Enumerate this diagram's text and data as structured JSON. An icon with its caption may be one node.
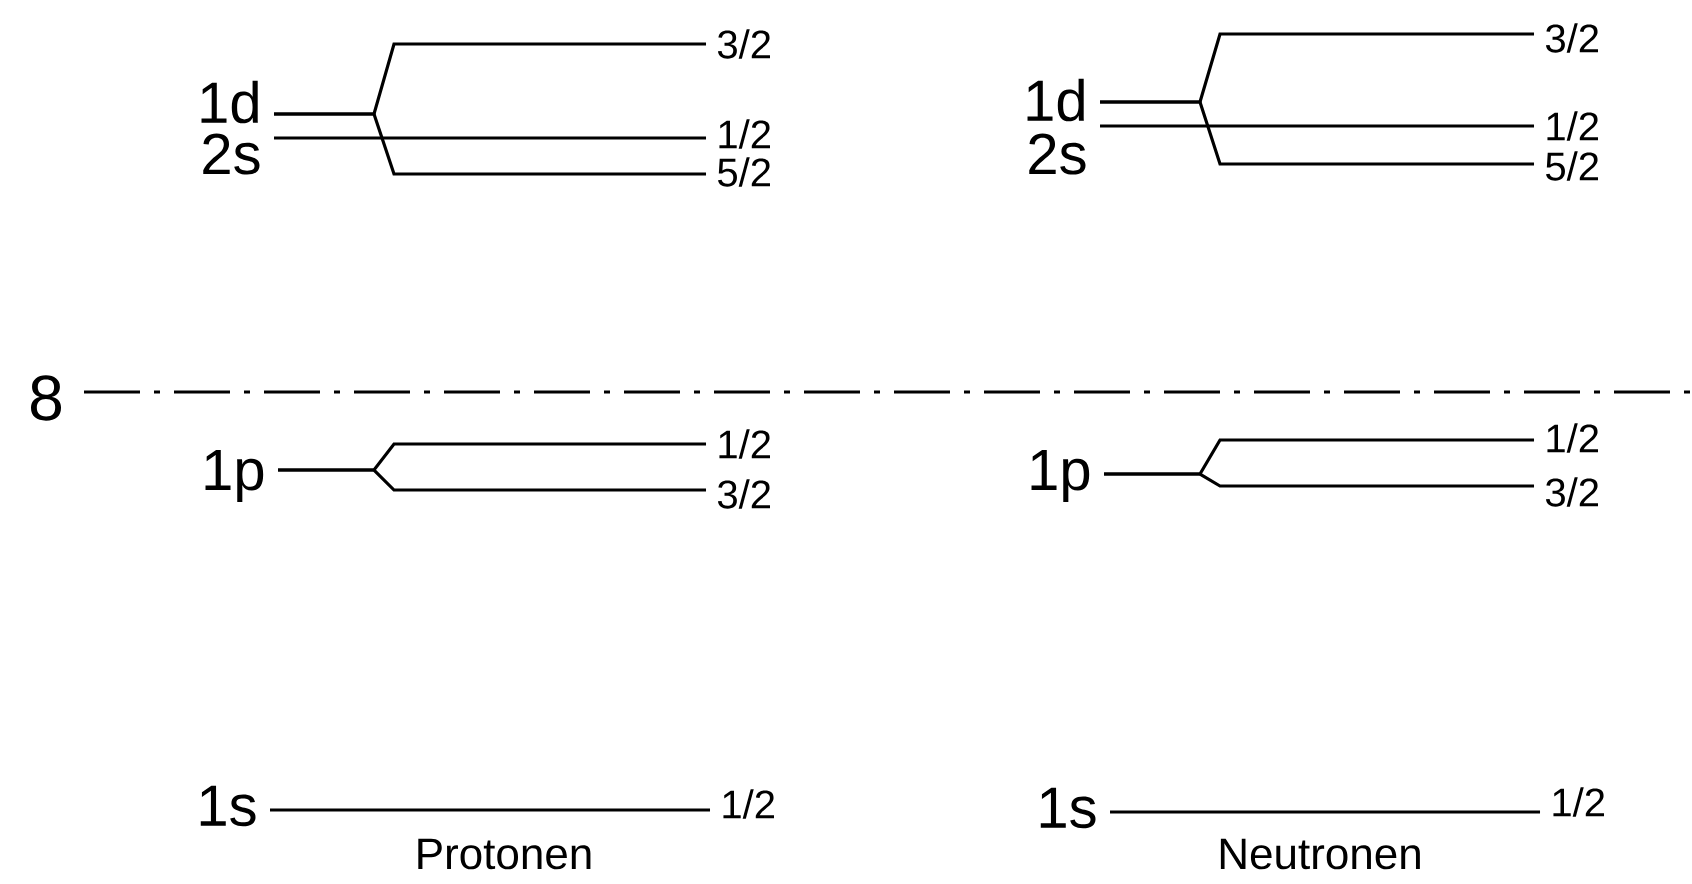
{
  "diagram": {
    "nodes": [
      {
        "text": [
          "1d"
        ]
      },
      {
        "text": [
          "2s"
        ]
      },
      {
        "text": [
          "3/2"
        ]
      },
      {
        "text": [
          "1/2"
        ]
      },
      {
        "text": [
          "5/2"
        ]
      },
      {
        "text": [
          "1d"
        ]
      },
      {
        "text": [
          "2s"
        ]
      },
      {
        "text": [
          "3/2"
        ]
      },
      {
        "text": [
          "1/2"
        ]
      },
      {
        "text": [
          "5/2"
        ]
      },
      {
        "text": [
          "1p"
        ]
      },
      {
        "text": [
          "1/2"
        ]
      },
      {
        "text": [
          "3/2"
        ]
      },
      {
        "text": [
          "1p"
        ]
      },
      {
        "text": [
          "1/2"
        ]
      },
      {
        "text": [
          "3/2"
        ]
      },
      {
        "text": [
          "1s"
        ]
      },
      {
        "text": [
          "1/2"
        ]
      },
      {
        "text": [
          "1s"
        ]
      },
      {
        "text": [
          "1/2"
        ]
      }
    ],
    "edges": [
      {
        "from": 0,
        "to": 2,
        "arrow": "none"
      },
      {
        "from": 0,
        "to": 4,
        "arrow": "none"
      },
      {
        "from": 1,
        "to": 3,
        "arrow": "none"
      },
      {
        "from": 5,
        "to": 7,
        "arrow": "none"
      },
      {
        "from": 5,
        "to": 9,
        "arrow": "none"
      },
      {
        "from": 6,
        "to": 8,
        "arrow": "none"
      },
      {
        "from": 10,
        "to": 11,
        "arrow": "none"
      },
      {
        "from": 10,
        "to": 12,
        "arrow": "none"
      },
      {
        "from": 13,
        "to": 14,
        "arrow": "none"
      },
      {
        "from": 13,
        "to": 15,
        "arrow": "none"
      },
      {
        "from": 16,
        "to": 17,
        "arrow": "none"
      },
      {
        "from": 18,
        "to": 19,
        "arrow": "none"
      }
    ],
    "labels": [
      "8",
      "Protonen",
      "Neutronen"
    ]
  }
}
